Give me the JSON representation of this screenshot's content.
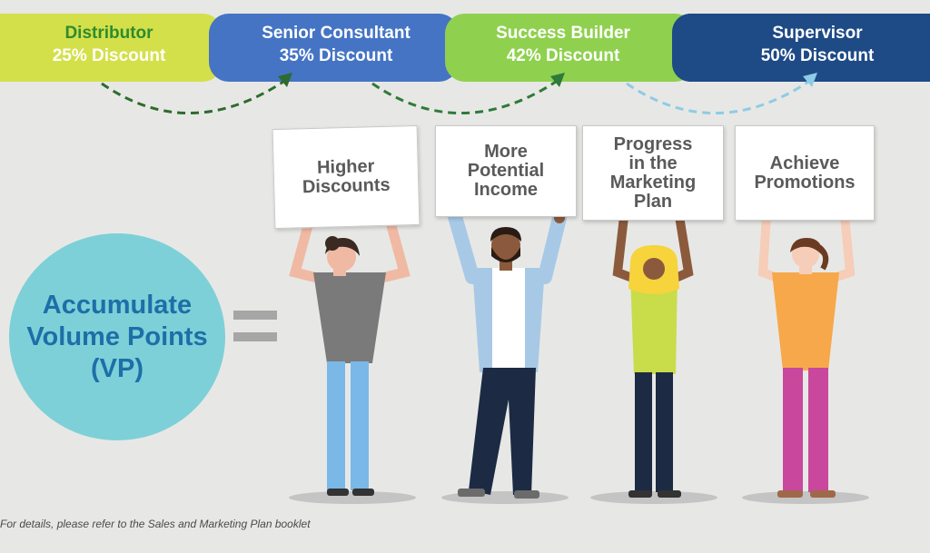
{
  "levels": [
    {
      "name": "Distributor",
      "discount": "25% Discount",
      "color": "#d4e04a"
    },
    {
      "name": "Senior Consultant",
      "discount": "35% Discount",
      "color": "#4574c4"
    },
    {
      "name": "Success Builder",
      "discount": "42% Discount",
      "color": "#8fd14f"
    },
    {
      "name": "Supervisor",
      "discount": "50% Discount",
      "color": "#1e4a86"
    }
  ],
  "signs": [
    {
      "lines": [
        "Higher",
        "Discounts"
      ]
    },
    {
      "lines": [
        "More",
        "Potential",
        "Income"
      ]
    },
    {
      "lines": [
        "Progress",
        "in the",
        "Marketing",
        "Plan"
      ]
    },
    {
      "lines": [
        "Achieve",
        "Promotions"
      ]
    }
  ],
  "vp": {
    "lines": [
      "Accumulate",
      "Volume Points",
      "(VP)"
    ]
  },
  "footnote": "For details, please refer to the Sales and Marketing Plan booklet"
}
